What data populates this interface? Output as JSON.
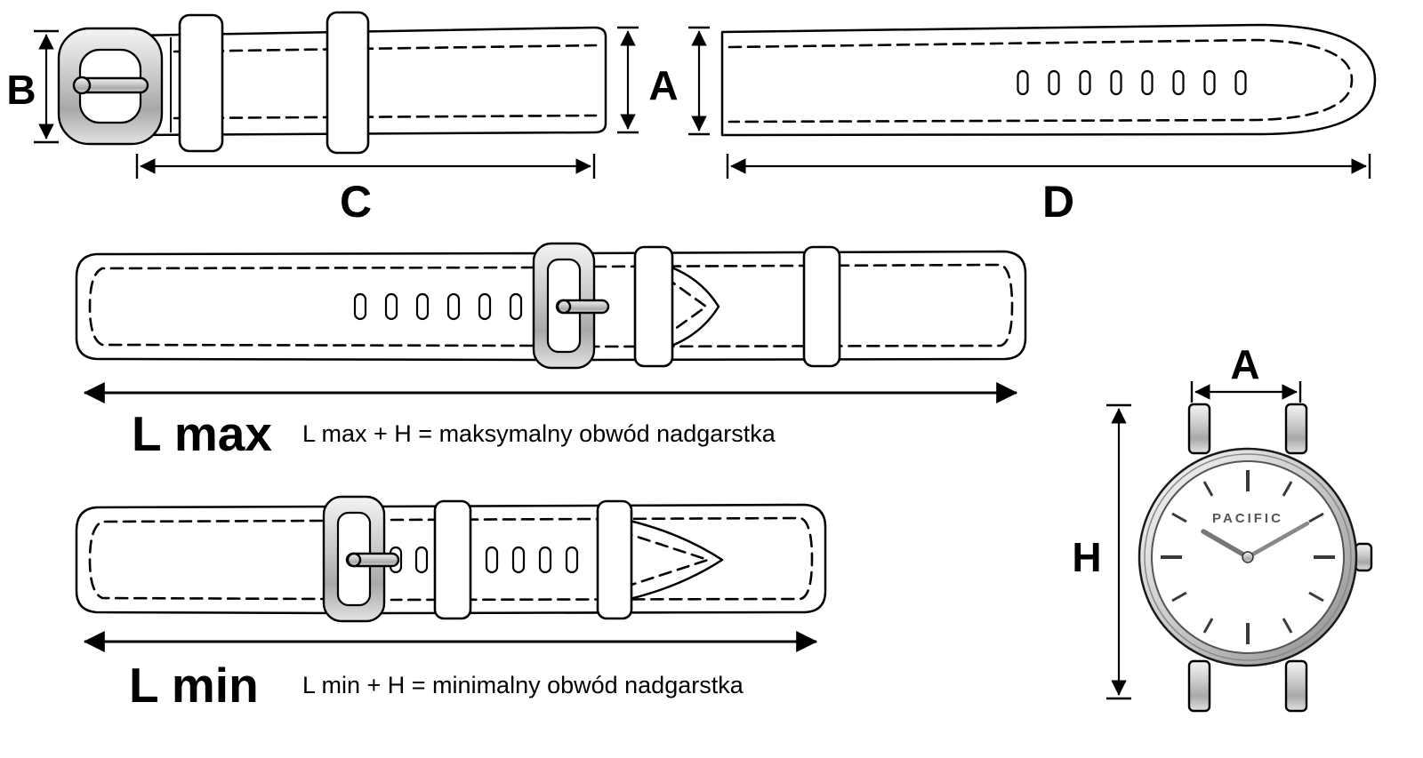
{
  "diagram": {
    "labels": {
      "a": "A",
      "b": "B",
      "c": "C",
      "d": "D",
      "h": "H",
      "l_max": "L max",
      "l_min": "L min"
    },
    "formulas": {
      "l_max": "L max + H = maksymalny obwód nadgarstka",
      "l_min": "L min + H = minimalny obwód nadgarstka"
    },
    "watch": {
      "brand": "PACIFIC"
    },
    "colors": {
      "line": "#000000",
      "background": "#ffffff",
      "metal_light": "#f0f0f0",
      "metal_dark": "#9a9a9a"
    }
  }
}
